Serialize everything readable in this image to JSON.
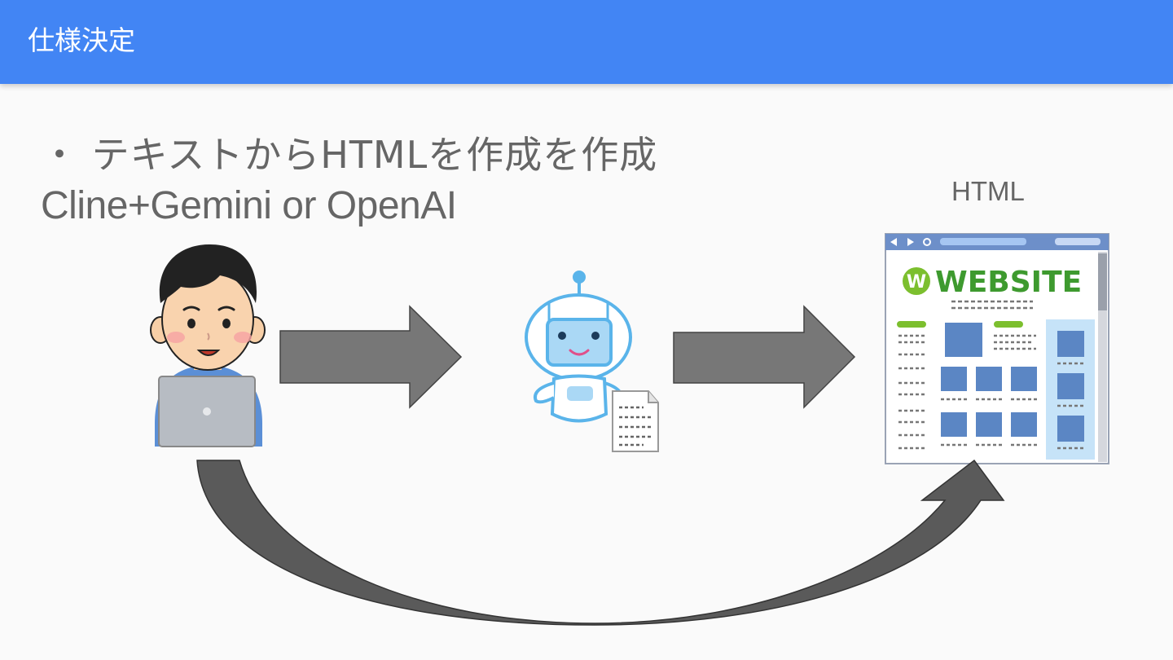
{
  "header": {
    "title": "仕様決定",
    "color": "#4285f4"
  },
  "content": {
    "line1": "・ テキストからHTMLを作成を作成",
    "line2": "Cline+Gemini or OpenAI",
    "html_label": "HTML"
  },
  "illustrations": {
    "user": "person-with-laptop",
    "ai": "robot-with-document",
    "website": "website-browser-window",
    "website_title": "WEBSITE",
    "website_logo": "W"
  },
  "arrows": {
    "color": "#777777"
  }
}
